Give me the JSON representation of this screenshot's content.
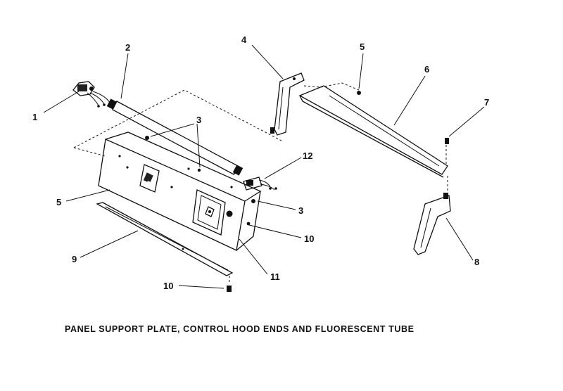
{
  "caption": "PANEL SUPPORT PLATE, CONTROL HOOD ENDS AND FLUORESCENT TUBE",
  "callouts": [
    "1",
    "2",
    "3",
    "4",
    "5",
    "6",
    "7",
    "8",
    "9",
    "10",
    "11",
    "12",
    "3",
    "5",
    "10"
  ]
}
